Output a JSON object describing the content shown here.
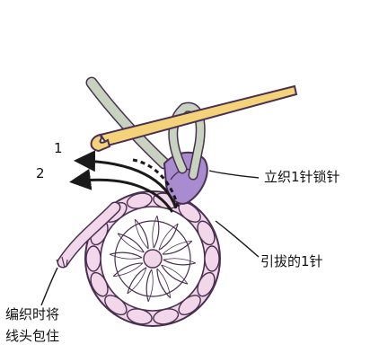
{
  "diagram": {
    "labels": {
      "chain": "立织1针锁针",
      "slip_stitch": "引拔的1针",
      "tail_line1": "编织时将",
      "tail_line2": "线头包住"
    },
    "step_numbers": {
      "one": "1",
      "two": "2"
    },
    "colors": {
      "yarn_pink": "#f2d6ea",
      "yarn_outline": "#4a3050",
      "tail_green": "#c7d3be",
      "hook_yellow": "#f4d27a",
      "chain_purple": "#a98bd0",
      "arrow": "#1a1a1a"
    }
  }
}
